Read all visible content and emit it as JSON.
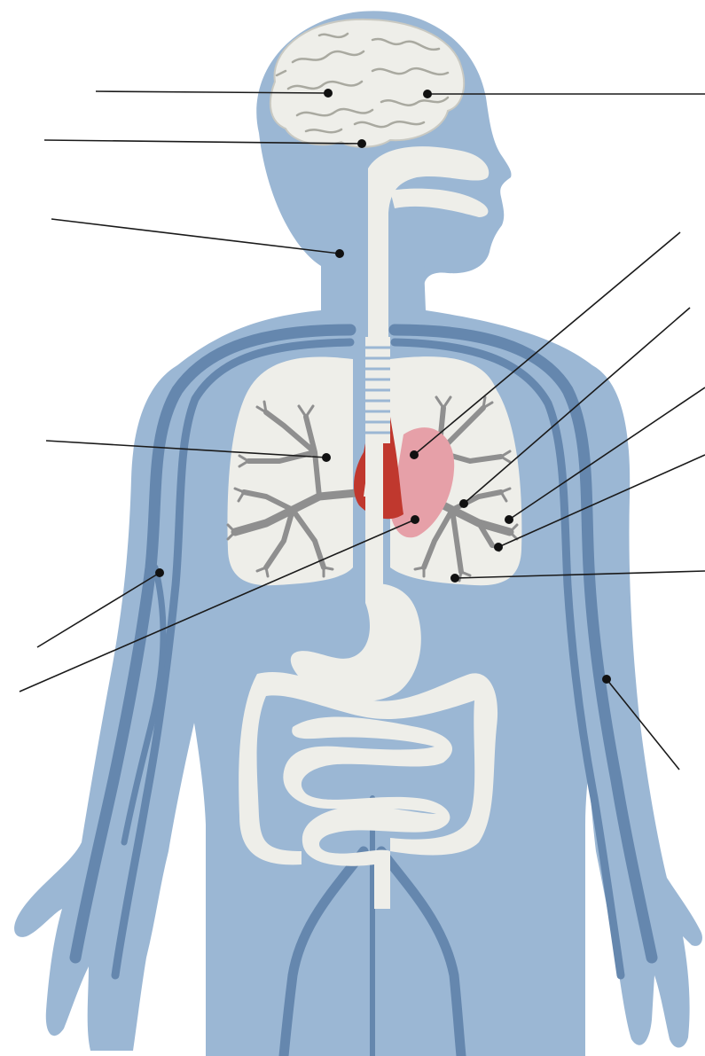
{
  "diagram": {
    "labels": [
      {
        "id": "brain-left",
        "text": ""
      },
      {
        "id": "brain-right",
        "text": ""
      },
      {
        "id": "brain-base",
        "text": ""
      },
      {
        "id": "neck",
        "text": ""
      },
      {
        "id": "right-lung-bronchi",
        "text": ""
      },
      {
        "id": "arm-vessel-left",
        "text": ""
      },
      {
        "id": "heart-lower",
        "text": ""
      },
      {
        "id": "heart-upper",
        "text": ""
      },
      {
        "id": "bronchus-left",
        "text": ""
      },
      {
        "id": "lung-left-mid",
        "text": ""
      },
      {
        "id": "bronchiole",
        "text": ""
      },
      {
        "id": "lung-left-lower",
        "text": ""
      },
      {
        "id": "arm-vessel-right",
        "text": ""
      }
    ],
    "colors": {
      "body": "#9bb7d4",
      "vessel": "#6587ae",
      "organ": "#eeeee9",
      "bronchi": "#8f8f8f",
      "heart_dark": "#c0382e",
      "heart_light": "#e6a0a8",
      "leader": "#1a1a1a"
    }
  }
}
